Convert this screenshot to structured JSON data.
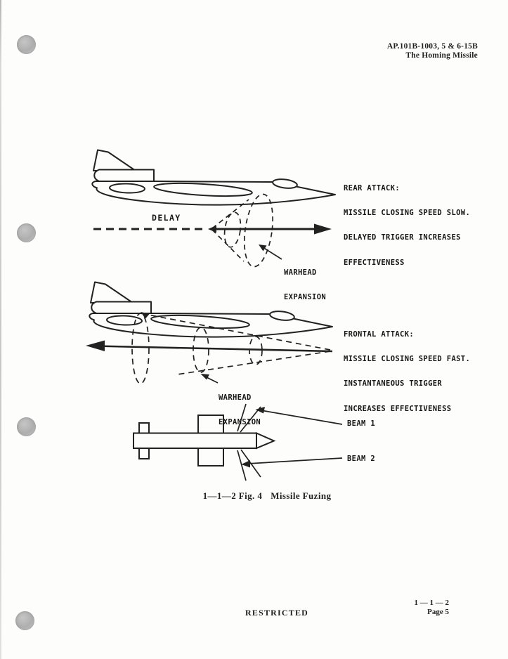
{
  "header": {
    "doc_ref": "AP.101B-1003, 5 & 6-15B",
    "doc_title": "The Homing Missile"
  },
  "figure": {
    "rear_attack": {
      "delay_label": "DELAY",
      "warhead_line1": "WARHEAD",
      "warhead_line2": "EXPANSION",
      "note": [
        "REAR ATTACK:",
        "MISSILE CLOSING SPEED SLOW.",
        "DELAYED TRIGGER INCREASES",
        "EFFECTIVENESS"
      ]
    },
    "frontal_attack": {
      "warhead_line1": "WARHEAD",
      "warhead_line2": "EXPANSION",
      "note": [
        "FRONTAL ATTACK:",
        "MISSILE CLOSING SPEED FAST.",
        "INSTANTANEOUS TRIGGER",
        "INCREASES EFFECTIVENESS"
      ]
    },
    "fuze_beams": {
      "beam1_label": "BEAM 1",
      "beam2_label": "BEAM 2"
    },
    "caption": {
      "ref": "1—1—2  Fig. 4",
      "title": "Missile Fuzing"
    }
  },
  "footer": {
    "classification": "RESTRICTED",
    "section_ref": "1 — 1 — 2",
    "page_label": "Page 5"
  },
  "colors": {
    "ink": "#1f1f1f",
    "paper": "#fdfdfc"
  }
}
